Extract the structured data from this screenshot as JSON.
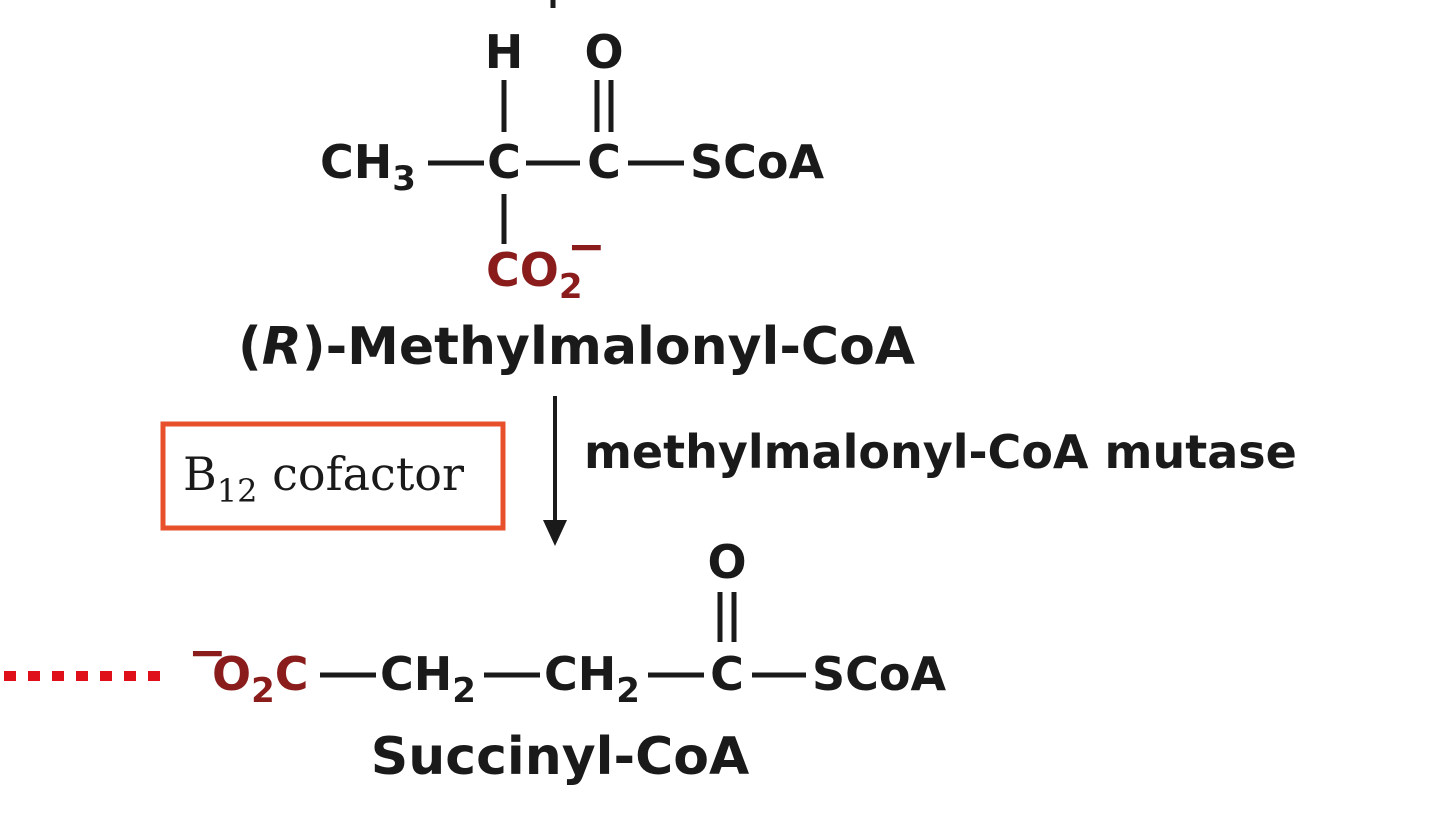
{
  "methylmalonyl": {
    "h": "H",
    "o": "O",
    "ch3": "CH",
    "ch3_sub": "3",
    "c_alpha": "C",
    "c_carbonyl": "C",
    "scoa": "SCoA",
    "co2": "CO",
    "co2_sub": "2",
    "co2_charge": "−",
    "name_open": "(",
    "name_r": "R",
    "name_rest": ")-Methylmalonyl-CoA"
  },
  "reaction": {
    "enzyme": "methylmalonyl-CoA mutase",
    "cofactor_main": "B",
    "cofactor_sub": "12",
    "cofactor_rest": " cofactor"
  },
  "succinyl": {
    "charge": "−",
    "o2c_o": "O",
    "o2c_sub": "2",
    "o2c_c": "C",
    "ch2_a": "CH",
    "ch2_a_sub": "2",
    "ch2_b": "CH",
    "ch2_b_sub": "2",
    "c_carbonyl": "C",
    "o": "O",
    "scoa": "SCoA",
    "name": "Succinyl-CoA"
  },
  "colors": {
    "text": "#1a1a1a",
    "highlight_red": "#8a1c1c",
    "box_orange": "#e8502c",
    "dot_red": "#e0101a"
  }
}
